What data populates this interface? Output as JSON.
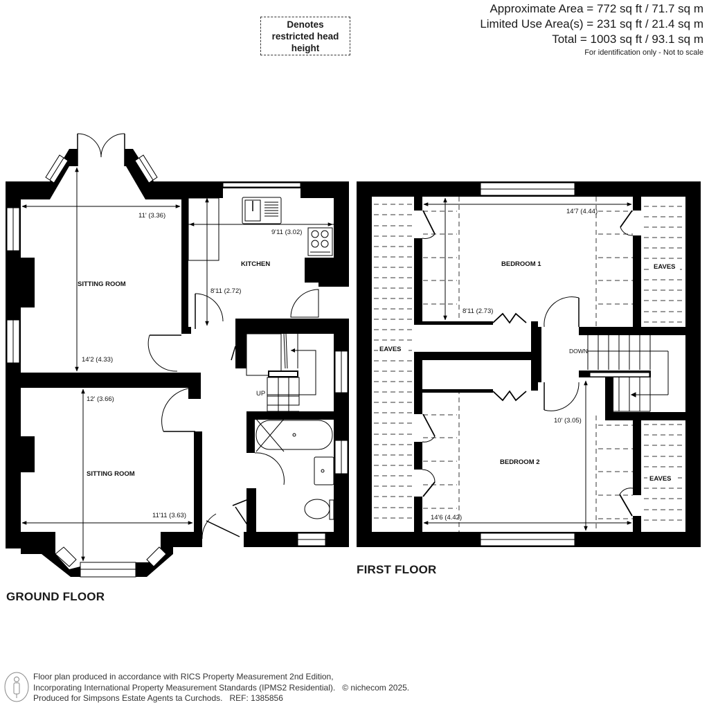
{
  "area_summary": {
    "approximate_area": "Approximate Area = 772 sq ft / 71.7 sq m",
    "limited_use_area": "Limited Use Area(s) = 231 sq ft / 21.4 sq m",
    "total": "Total = 1003 sq ft / 93.1 sq m",
    "note": "For identification only - Not to scale"
  },
  "legend": {
    "restricted_head_height": "Denotes restricted head height"
  },
  "ground_floor": {
    "label": "GROUND FLOOR",
    "rooms": [
      {
        "name": "SITTING ROOM",
        "width": "11' (3.36)",
        "length": "14'2 (4.33)"
      },
      {
        "name": "KITCHEN",
        "width": "9'11 (3.02)",
        "length": "8'11 (2.72)"
      },
      {
        "name": "SITTING ROOM",
        "width": "11'11 (3.63)",
        "length": "12' (3.66)"
      }
    ],
    "stairs_label": "UP"
  },
  "first_floor": {
    "label": "FIRST FLOOR",
    "rooms": [
      {
        "name": "BEDROOM 1",
        "width": "14'7 (4.44)",
        "length": "8'11 (2.73)"
      },
      {
        "name": "BEDROOM 2",
        "width": "14'6 (4.42)",
        "length": "10' (3.05)"
      }
    ],
    "eaves_labels": [
      "EAVES",
      "EAVES",
      "EAVES"
    ],
    "stairs_label": "DOWN"
  },
  "footer": {
    "line1": "Floor plan produced in accordance with RICS Property Measurement 2nd Edition,",
    "line2": "Incorporating International Property Measurement Standards (IPMS2 Residential).",
    "copyright": "© nichecom 2025.",
    "line3": "Produced for Simpsons Estate Agents ta Curchods.",
    "reference": "REF: 1385856"
  },
  "colors": {
    "wall": "#000000",
    "background": "#ffffff",
    "text": "#1a1a1a"
  }
}
